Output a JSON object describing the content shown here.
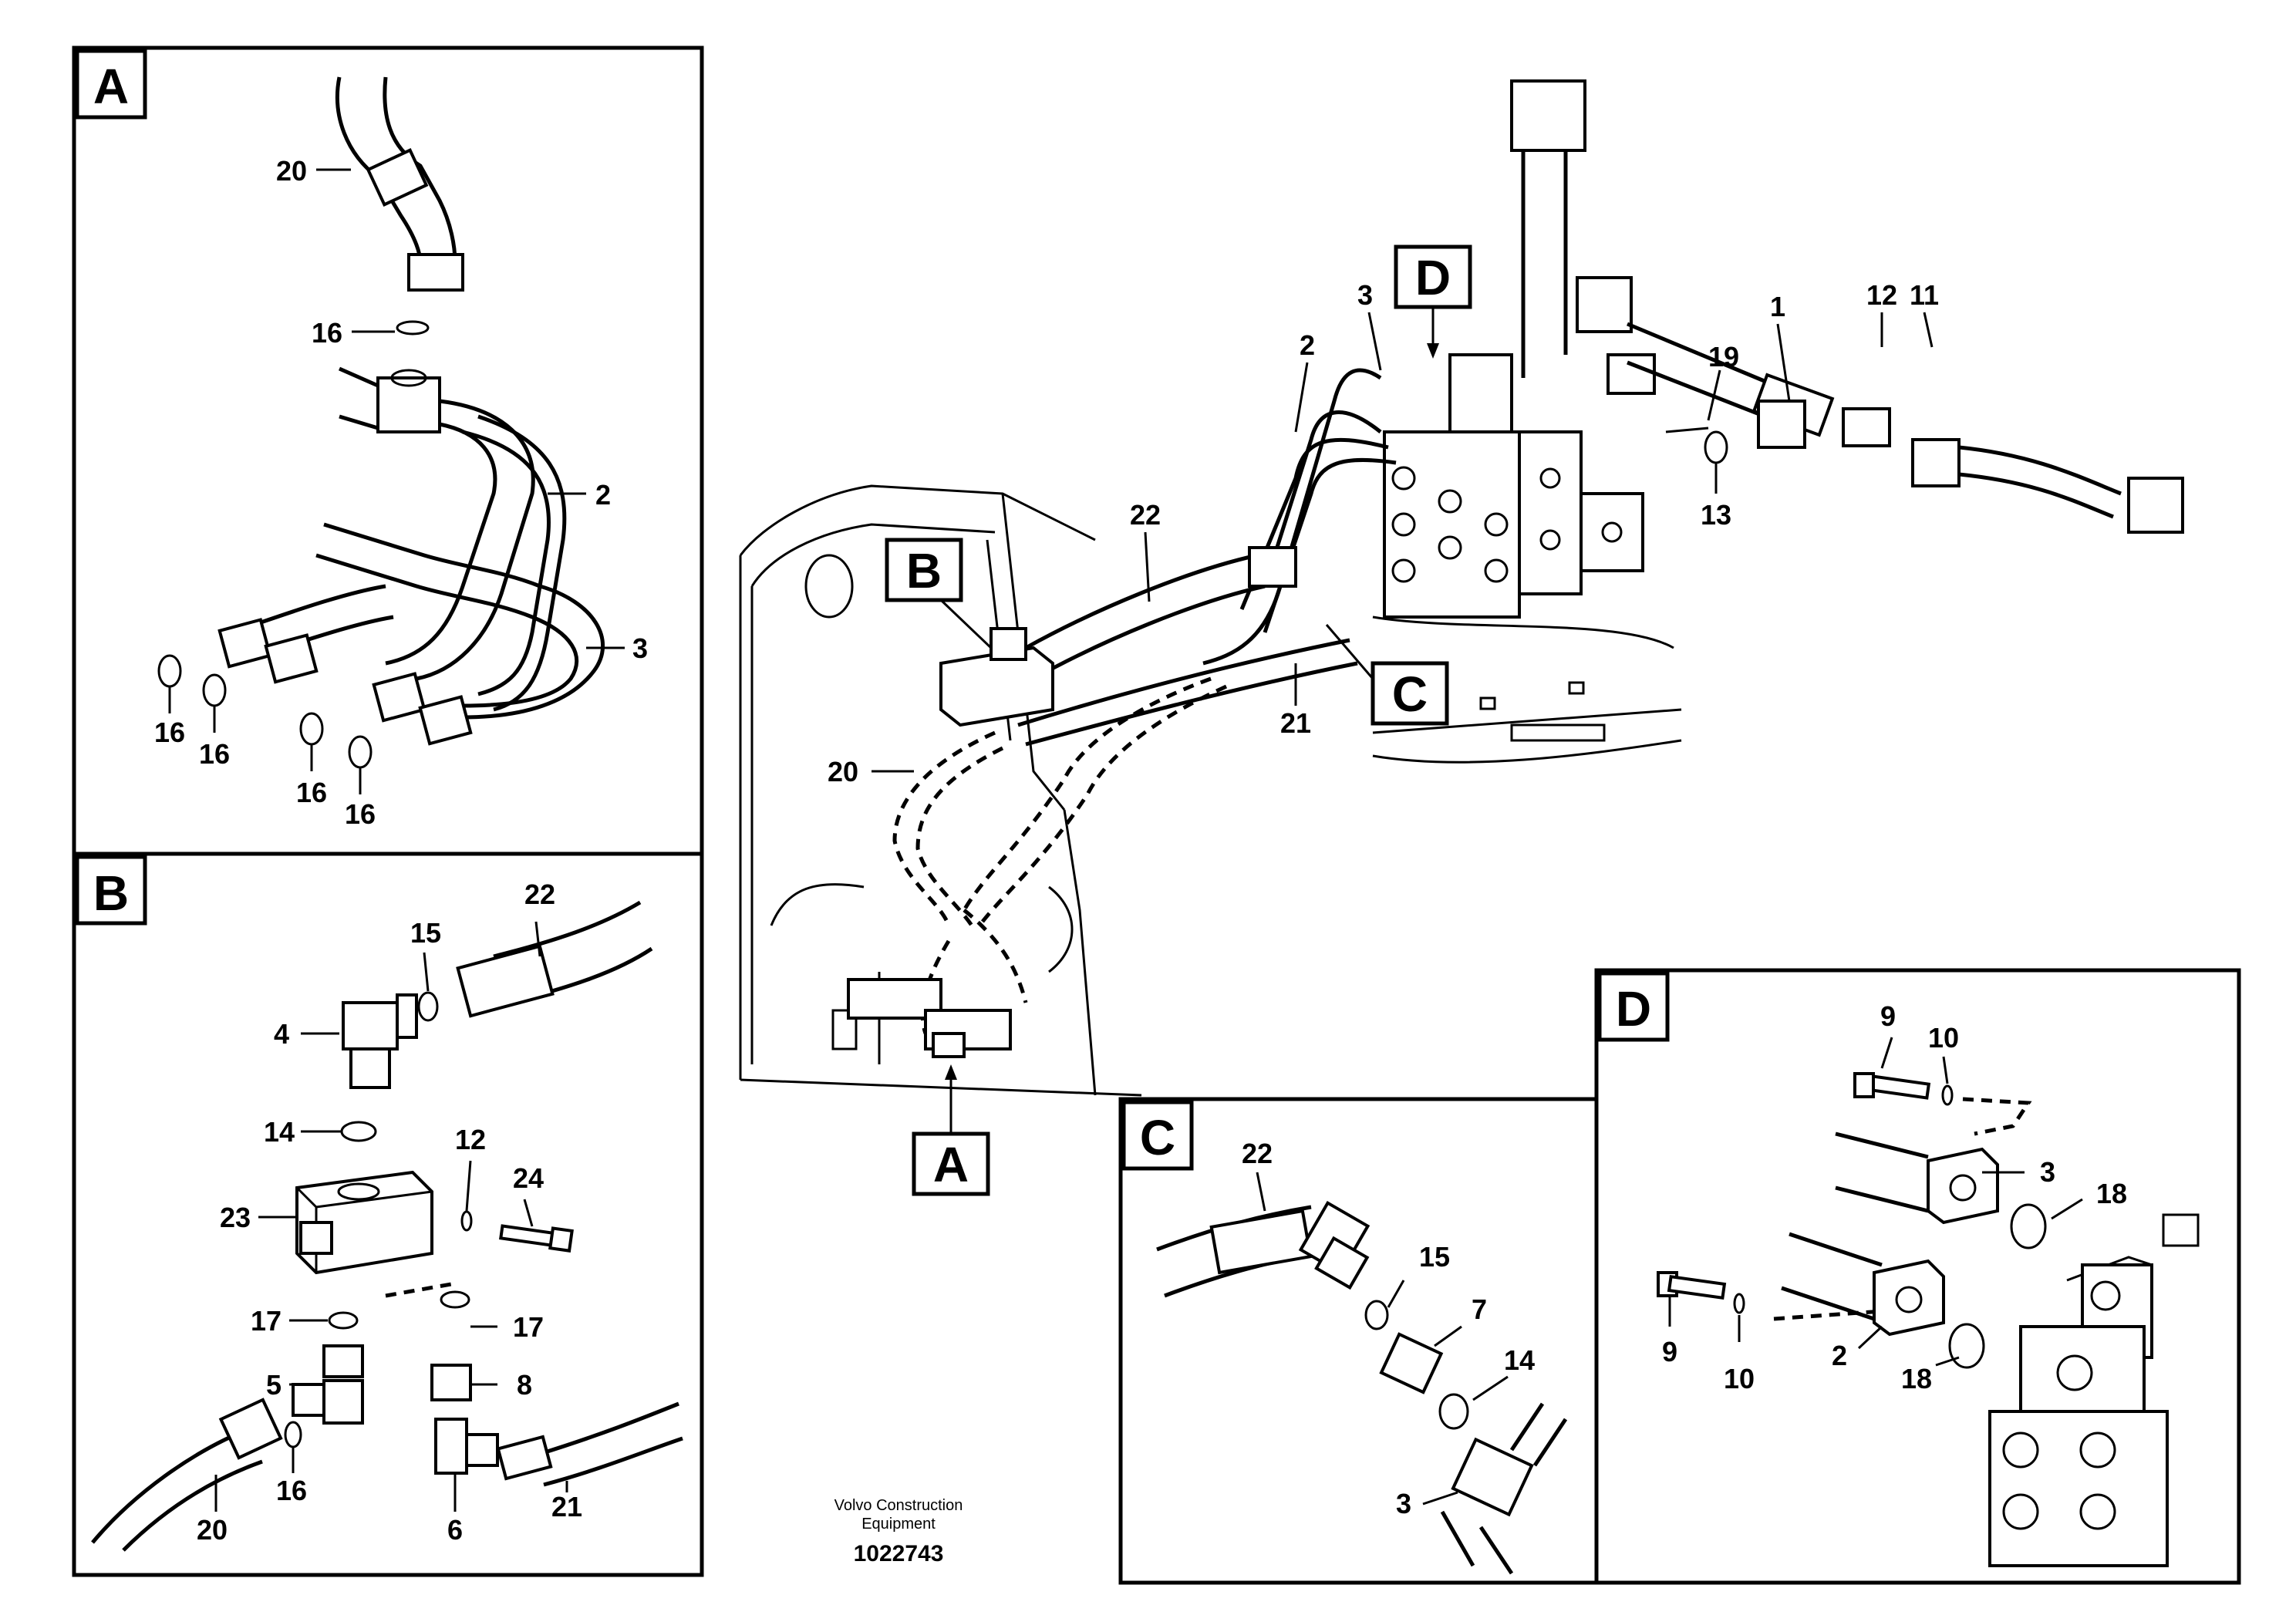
{
  "views": {
    "A": {
      "letter": "A",
      "callouts": [
        "20",
        "16",
        "2",
        "3",
        "16",
        "16",
        "16",
        "16"
      ]
    },
    "B": {
      "letter": "B",
      "callouts": [
        "22",
        "15",
        "4",
        "14",
        "12",
        "24",
        "23",
        "17",
        "17",
        "5",
        "8",
        "16",
        "20",
        "6",
        "21"
      ]
    },
    "C": {
      "letter": "C",
      "callouts": [
        "22",
        "15",
        "7",
        "14",
        "3"
      ]
    },
    "D": {
      "letter": "D",
      "callouts": [
        "9",
        "10",
        "3",
        "18",
        "9",
        "10",
        "2",
        "18"
      ]
    }
  },
  "main": {
    "callouts": [
      "3",
      "2",
      "1",
      "12",
      "11",
      "19",
      "13",
      "22",
      "21",
      "20"
    ],
    "section_markers": [
      "D",
      "B",
      "C",
      "A"
    ]
  },
  "credit": {
    "company_line1": "Volvo Construction",
    "company_line2": "Equipment",
    "drawing_number": "1022743"
  }
}
